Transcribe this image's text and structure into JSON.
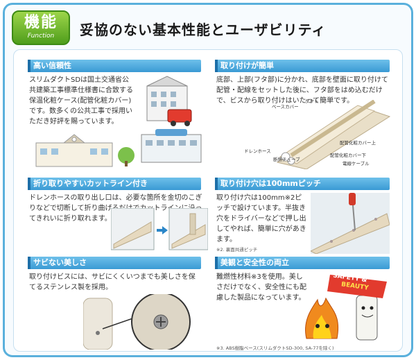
{
  "badge": {
    "jp": "機能",
    "en": "Function"
  },
  "headline": "妥協のない基本性能とユーザビリティ",
  "sections": {
    "durability": {
      "title": "高い信頼性",
      "body": "スリムダクトSDは国土交通省公共建築工事標準仕様書に合致する保温化粧ケース(配管化粧カバー)です。数多くの公共工事で採用いただき好評を賜っています。"
    },
    "install": {
      "title": "取り付けが簡単",
      "body": "底部、上部(フタ部)に分かれ、底部を壁面に取り付けて配管・配線をセットした後に、フタ部をはめ込むだけで、ビスから取り付けはいたって簡単です。",
      "labels": {
        "l1": "ベースカバー",
        "l2": "ダクト",
        "l3": "ドレンホース",
        "l4": "配管化粧カバー上",
        "l5": "配管化粧カバー下",
        "l6": "断熱チューブ",
        "l7": "電線ケーブル"
      }
    },
    "cutline": {
      "title": "折り取りやすいカットライン付き",
      "body": "ドレンホースの取り出し口は、必要な箇所を金切のこぎりなどで切断して折り曲げるだけでカットラインに沿ってきれいに折り取れます。"
    },
    "pitch": {
      "title": "取り付け穴は100mmピッチ",
      "body": "取り付け穴は100mm※2ピッチで設けています。半抜き穴をドライバーなどで押し出してやれば、簡単に穴があきます。",
      "note": "※2. 裏面共通ピッチ"
    },
    "rust": {
      "title": "サビない美しさ",
      "body": "取り付けビスには、サビにくくいつまでも美しさを保てるステンレス製を採用。"
    },
    "safety": {
      "title": "美観と安全性の両立",
      "body": "難燃性材料※3を使用。美しさだけでなく、安全性にも配慮した製品になっています。",
      "sticker_top": "SAFETY &",
      "sticker_bottom": "BEAUTY",
      "note": "※3. ABS樹脂ベース(スリムダクトSD-300, SA-77を除く)"
    }
  },
  "colors": {
    "accent": "#3a9ad4",
    "frame": "#5ab0dc",
    "badge": "#4f9e1c",
    "duct": "#e6d9bf"
  }
}
